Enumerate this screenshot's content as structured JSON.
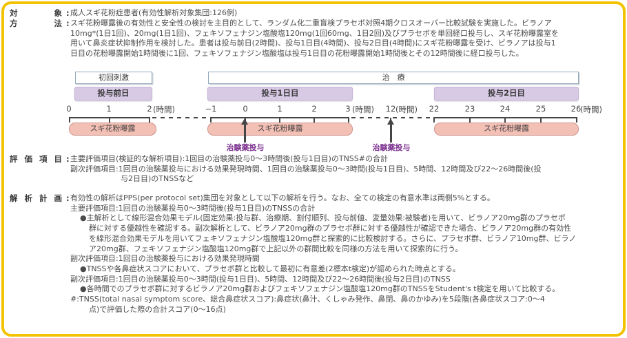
{
  "page": {
    "frame_color": "#f2c300",
    "accent_purple_text": "#7b2f8e",
    "box_purple": "#d8c9e5",
    "box_pink": "#f3c0b6"
  },
  "sections": {
    "subject": {
      "label": "対象",
      "colon": ":",
      "text": "成人スギ花粉症患者(有効性解析対象集団:126例)"
    },
    "method": {
      "label": "方法",
      "colon": ":",
      "lines": [
        "スギ花粉曝露後の有効性と安全性の検討を主目的として、ランダム化二重盲検プラセボ対照4期クロスオーバー比較試験を実施した。ビラノア",
        "10mg*(1日1回)、20mg(1日1回)、フェキソフェナジン塩酸塩120mg(1回60mg、1日2回)及びプラセボを単回経口投与し、スギ花粉曝露室を",
        "用いて鼻炎症状抑制作用を検討した。患者は投与前日(2時間)、投与1日目(4時間)、投与2日目(4時間)にスギ花粉曝露を受け、ビラノアは投与1",
        "日目の花粉曝露開始1時間後に1回、フェキソフェナジン塩酸塩は投与1日目の花粉曝露開始1時間後とその12時間後に経口投与した。"
      ]
    },
    "evaluation": {
      "label": "評価項目",
      "colon": ":",
      "lines": [
        "主要評価項目(検証的な解析項目):1回目の治験薬投与0〜3時間後(投与1日目)のTNSS#の合計",
        "副次評価項目:1回目の治験薬投与における効果発現時間、1回目の治験薬投与0〜3時間(投与1日目)、5時間、12時間及び22〜26時間後(投",
        "与2日目)のTNSSなど"
      ]
    },
    "analysis": {
      "label": "解析計画",
      "colon": ":",
      "lines": [
        "有効性の解析はPPS(per protocol set)集団を対象として以下の解析を行う。なお、全ての検定の有意水準は両側5%とする。",
        "主要評価項目:1回目の治験薬投与0〜3時間後(投与1日目)のTNSSの合計",
        "●主解析として線形混合効果モデル(固定効果:投与群、治療期、割付順列、投与前値、変量効果:被験者)を用いて、ビラノア20mg群のプラセボ",
        "群に対する優越性を確認する。副次解析として、ビラノア20mg群のプラセボ群に対する優越性が確認できた場合、ビラノア20mg群の有効性",
        "を線形混合効果モデルを用いてフェキソフェナジン塩酸塩120mg群と探索的に比較検討する。さらに、プラセボ群、ビラノア10mg群、ビラノ",
        "ア20mg群、フェキソフェナジン塩酸塩120mg群で上記以外の群間比較を同様の方法を用いて探索的に行う。",
        "副次評価項目:1回目の治験薬投与における効果発現時間",
        "●TNSSや各鼻症状スコアにおいて、プラセボ群と比較して最初に有意差(2標本t検定)が認められた時点とする。",
        "副次評価項目:1回目の治験薬投与0〜3時間(投与1日目)、5時間、12時間及び22〜26時間後(投与2日目)のTNSS",
        "●各時間でのプラセボ群に対するビラノア20mg群およびフェキソフェナジン塩酸塩120mg群のTNSSをStudent's t検定を用いて比較する。",
        "#:TNSS(total nasal symptom score、総合鼻症状スコア):鼻症状(鼻汁、くしゃみ発作、鼻閉、鼻のかゆみ)を5段階(各鼻症状スコア:0〜4",
        "点)で評価した際の合計スコア(0〜16点)"
      ]
    }
  },
  "diagram": {
    "first_stimulation": "初回刺激",
    "treatment": "治　療",
    "day_before": "投与前日",
    "day1": "投与1日目",
    "day2": "投与2日目",
    "pollen_exposure": "スギ花粉曝露",
    "drug_administration": "治験薬投与",
    "time_unit": "(時間)",
    "axis": {
      "left": [
        "0",
        "1",
        "2"
      ],
      "mid": [
        "−1",
        "0",
        "1",
        "2",
        "3"
      ],
      "twelve": "12",
      "right": [
        "22",
        "23",
        "24",
        "25",
        "26"
      ]
    }
  }
}
